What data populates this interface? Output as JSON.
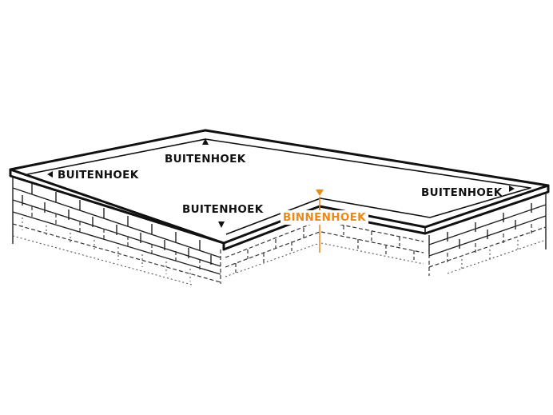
{
  "labels": {
    "outer_corner_back": "BUITENHOEK",
    "outer_corner_left": "BUITENHOEK",
    "outer_corner_front": "BUITENHOEK",
    "outer_corner_right": "BUITENHOEK",
    "inner_corner": "BINNENHOEK"
  },
  "colors": {
    "outline": "#111111",
    "outer_label": "#111111",
    "inner_label": "#e8891a"
  },
  "icons": {
    "outer_back_marker": "triangle-up-icon",
    "outer_left_marker": "triangle-left-icon",
    "outer_front_marker": "triangle-down-icon",
    "outer_right_marker": "triangle-right-icon",
    "inner_marker": "triangle-down-icon"
  }
}
